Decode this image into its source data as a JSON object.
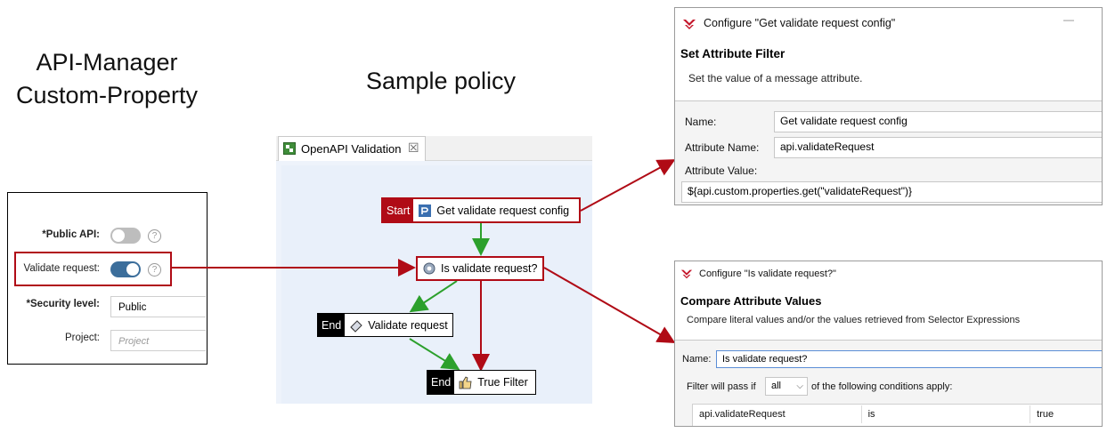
{
  "left": {
    "title_line1": "API-Manager",
    "title_line2": "Custom-Property"
  },
  "center": {
    "title": "Sample policy"
  },
  "custom_properties": {
    "public_api_label": "*Public API:",
    "public_api_on": false,
    "validate_label": "Validate request:",
    "validate_on": true,
    "security_label": "*Security level:",
    "security_value": "Public",
    "project_label": "Project:",
    "project_placeholder": "Project",
    "help_glyph": "?"
  },
  "editor": {
    "tab_label": "OpenAPI Validation",
    "tab_close": "☒",
    "nodes": {
      "start_badge": "Start",
      "start_label": "Get validate request config",
      "decision_label": "Is validate request?",
      "end1_badge": "End",
      "end1_label": "Validate request",
      "end2_badge": "End",
      "end2_label": "True Filter"
    }
  },
  "dialog_set": {
    "title": "Configure \"Get validate request config\"",
    "minimize": "—",
    "heading": "Set Attribute Filter",
    "description": "Set the value of a message attribute.",
    "name_label": "Name:",
    "name_value": "Get validate request config",
    "attr_name_label": "Attribute Name:",
    "attr_name_value": "api.validateRequest",
    "attr_value_label": "Attribute Value:",
    "attr_value_value": "${api.custom.properties.get(\"validateRequest\")}"
  },
  "dialog_compare": {
    "title": "Configure \"Is validate request?\"",
    "heading": "Compare Attribute Values",
    "description": "Compare literal values and/or the values retrieved from Selector Expressions",
    "name_label": "Name:",
    "name_value": "Is validate request?",
    "filter_prefix": "Filter will pass if",
    "filter_select": "all",
    "filter_suffix": "of the following conditions apply:",
    "row": [
      "api.validateRequest",
      "is",
      "true"
    ]
  },
  "colors": {
    "accent_red": "#b00b16",
    "toggle_on": "#3c6e9b",
    "arrow_green": "#2ca02c"
  }
}
